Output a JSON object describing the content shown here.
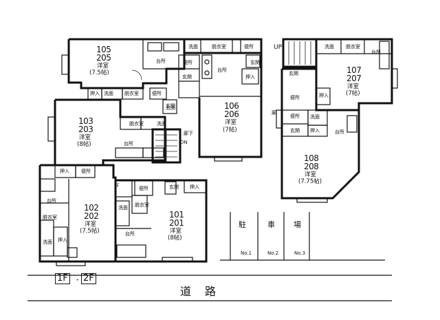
{
  "units": [
    {
      "id": "u105",
      "top": "105",
      "mid": "205",
      "room": "洋室",
      "size": "(7.5帖)"
    },
    {
      "id": "u103",
      "top": "103",
      "mid": "203",
      "room": "洋室",
      "size": "(8帖)"
    },
    {
      "id": "u106",
      "top": "106",
      "mid": "206",
      "room": "洋室",
      "size": "(7帖)"
    },
    {
      "id": "u107",
      "top": "107",
      "mid": "207",
      "room": "洋室",
      "size": "(7帖)"
    },
    {
      "id": "u108",
      "top": "108",
      "mid": "208",
      "room": "洋室",
      "size": "(7.75帖)"
    },
    {
      "id": "u102",
      "top": "102",
      "mid": "202",
      "room": "洋室",
      "size": "(7.5帖)"
    },
    {
      "id": "u101",
      "top": "101",
      "mid": "201",
      "room": "洋室",
      "size": "(8帖)"
    }
  ],
  "rooms": {
    "kitchen": "台所",
    "closet": "押入",
    "western": "洋室",
    "washroom": "洗面",
    "dressing": "脱衣室",
    "toilet": "便所",
    "entrance": "玄関",
    "hallway": "廊下",
    "up": "UP",
    "dn": "DN",
    "fridge": "Ｆ",
    "corridor_mark": "廊"
  },
  "parking": {
    "heading": [
      "駐",
      "車",
      "場"
    ],
    "slots": [
      "No.1",
      "No.2",
      "No.3"
    ]
  },
  "floors": {
    "first": "1F",
    "second": "2F",
    "separator": "・"
  },
  "road": "道　路"
}
